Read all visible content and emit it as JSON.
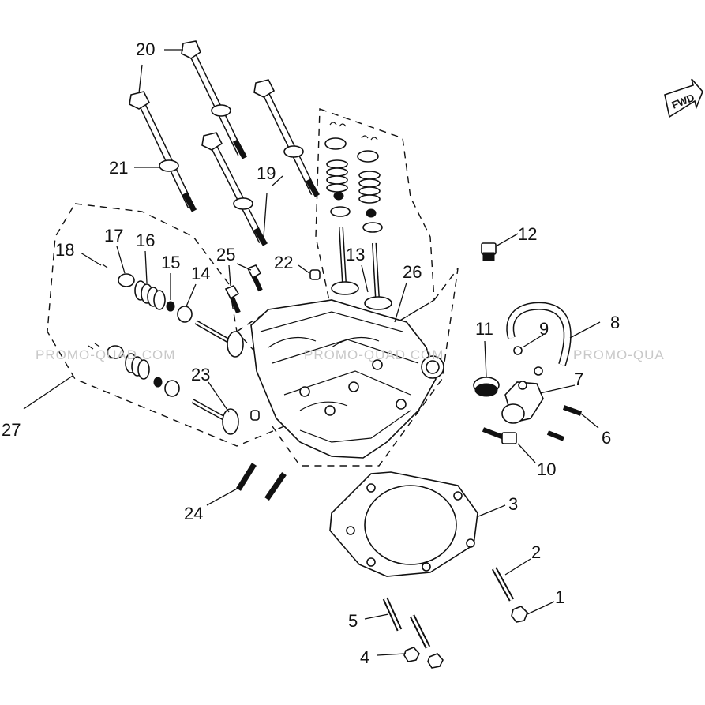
{
  "watermark": {
    "left": "PROMO-QUAD.COM",
    "center": "PROMO-QUAD.COM",
    "right": "PROMO-QUA"
  },
  "fwd_badge": {
    "label": "FWD"
  },
  "callouts": [
    "1",
    "2",
    "3",
    "4",
    "5",
    "6",
    "7",
    "8",
    "9",
    "10",
    "11",
    "12",
    "13",
    "14",
    "15",
    "16",
    "17",
    "18",
    "19",
    "20",
    "21",
    "22",
    "23",
    "24",
    "25",
    "26",
    "27"
  ]
}
